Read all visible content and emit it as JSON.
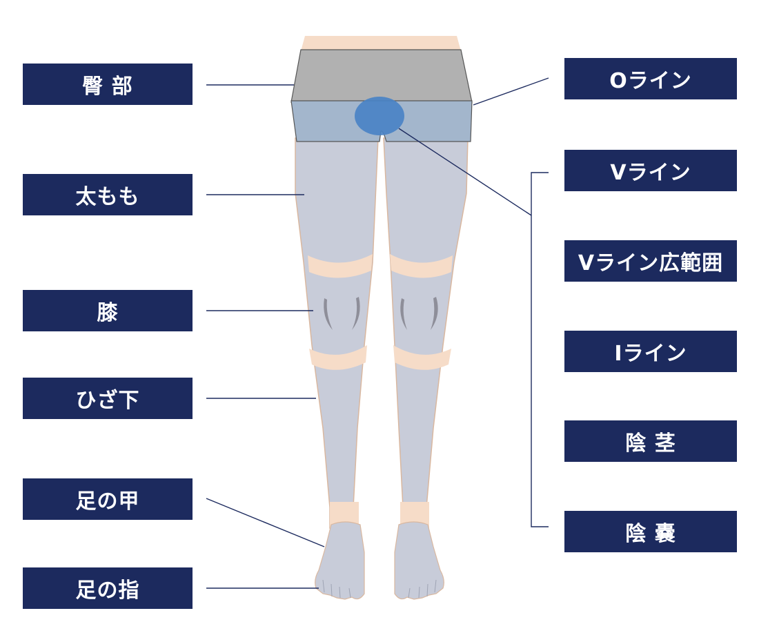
{
  "labels_left": [
    {
      "id": "buttocks",
      "text": "臀 部"
    },
    {
      "id": "thigh",
      "text": "太もも"
    },
    {
      "id": "knee",
      "text": "膝"
    },
    {
      "id": "below_knee",
      "text": "ひざ下"
    },
    {
      "id": "instep",
      "text": "足の甲"
    },
    {
      "id": "toes",
      "text": "足の指"
    }
  ],
  "labels_right": [
    {
      "id": "o_line",
      "text": "Oライン"
    },
    {
      "id": "v_line",
      "text": "Vライン"
    },
    {
      "id": "v_line_wide",
      "text": "Vライン広範囲"
    },
    {
      "id": "i_line",
      "text": "Iライン"
    },
    {
      "id": "penis",
      "text": "陰 茎"
    },
    {
      "id": "scrotum",
      "text": "陰 嚢"
    }
  ],
  "colors": {
    "label_bg": "#1c2a5e",
    "label_text": "#ffffff",
    "skin": "#f6dcc8",
    "leg_highlight": "#c8ccd9",
    "shorts_top": "#b1b1b1",
    "shorts_bottom": "#a3b6cc",
    "vio_circle": "#4a83c6",
    "leader_line": "#1c2a5e"
  }
}
